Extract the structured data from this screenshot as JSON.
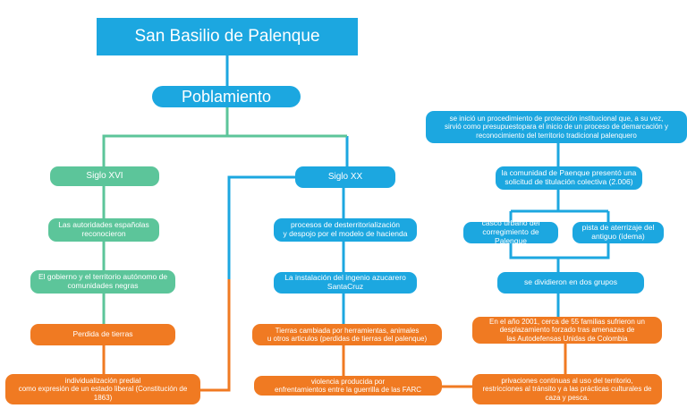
{
  "colors": {
    "blue": "#1ca7e0",
    "green": "#5cc59a",
    "orange": "#f07a22"
  },
  "title": "San Basilio de Palenque",
  "poblamiento": "Poblamiento",
  "left": {
    "siglo": "Siglo XVI",
    "n1": "Las autoridades españolas\nreconocieron",
    "n2": "El gobierno y el territorio autónomo de\ncomunidades negras",
    "n3": "Perdida de tierras",
    "n4": "individualización predial\ncomo expresión de un estado liberal (Constitución de\n1863)"
  },
  "center": {
    "siglo": "Siglo XX",
    "n1": "procesos de desterritorialización\ny despojo por el modelo de hacienda",
    "n2": "La instalación del ingenio azucarero\nSantaCruz",
    "n3": "Tierras cambiada por herramientas, animales\nu otros articulos (perdidas de tierras del palenque)",
    "n4": "violencia producida por\nenfrentamientos entre la guerrilla de las FARC"
  },
  "right": {
    "n1": "se inició un procedimiento de protección institucional que, a su vez,\nsirvió como presupuestopara el inicio de un proceso de demarcación y\nreconocimiento del territorio tradicional palenquero",
    "n2": "la comunidad de Paenque presentó una\nsolicitud de titulación colectiva (2.006)",
    "n3a": "casco urbano del\ncorregimiento de Palenque",
    "n3b": "pista de aterrizaje del\nantiguo (ídema)",
    "n4": "se dividieron en dos grupos",
    "n5": "En el año 2001, cerca de 55 familias sufrieron un\ndesplazamiento forzado tras amenazas de\nlas Autodefensas Unidas de Colombia",
    "n6": "privaciones continuas al uso del territorio,\nrestricciones al tránsito y a las prácticas culturales de\ncaza y pesca."
  }
}
